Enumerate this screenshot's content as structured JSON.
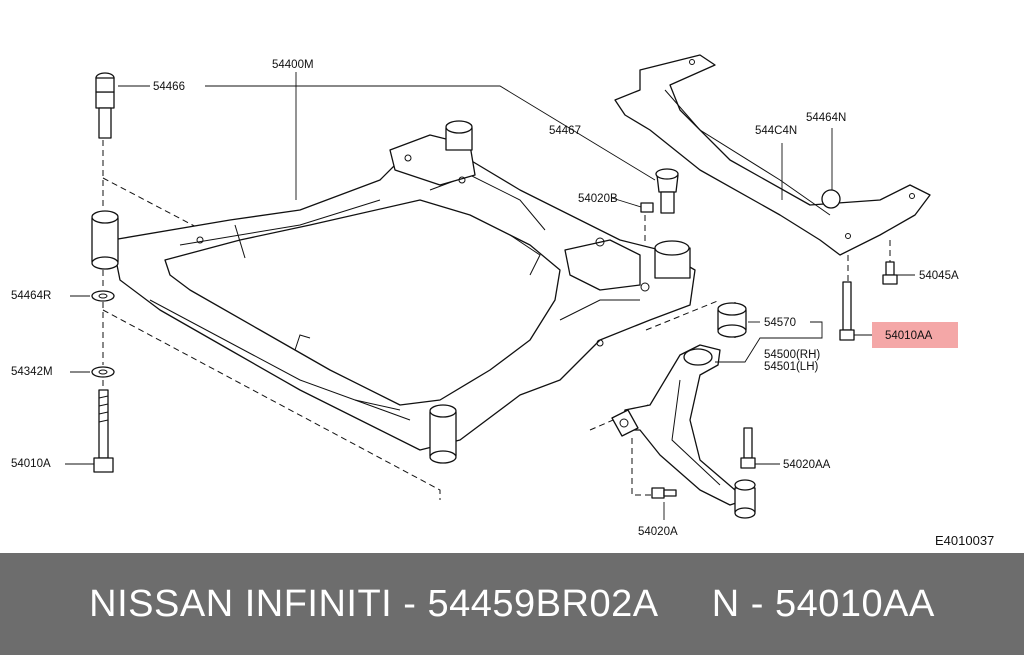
{
  "diagram": {
    "labels": {
      "l54400M": "54400M",
      "l54466": "54466",
      "l54467": "54467",
      "l54020B": "54020B",
      "l544C4N": "544C4N",
      "l54464N": "54464N",
      "l54045A": "54045A",
      "l54010AA_hl": "54010AA",
      "l54570": "54570",
      "l54500": "54500(RH)",
      "l54501": "54501(LH)",
      "l54464R": "54464R",
      "l54342M": "54342M",
      "l54010A": "54010A",
      "l54020AA": "54020AA",
      "l54020A": "54020A",
      "code": "E4010037"
    },
    "highlight_color": "#f4a7a7"
  },
  "footer": {
    "text": "NISSAN INFINITI - 54459BR02A     N - 54010AA"
  }
}
